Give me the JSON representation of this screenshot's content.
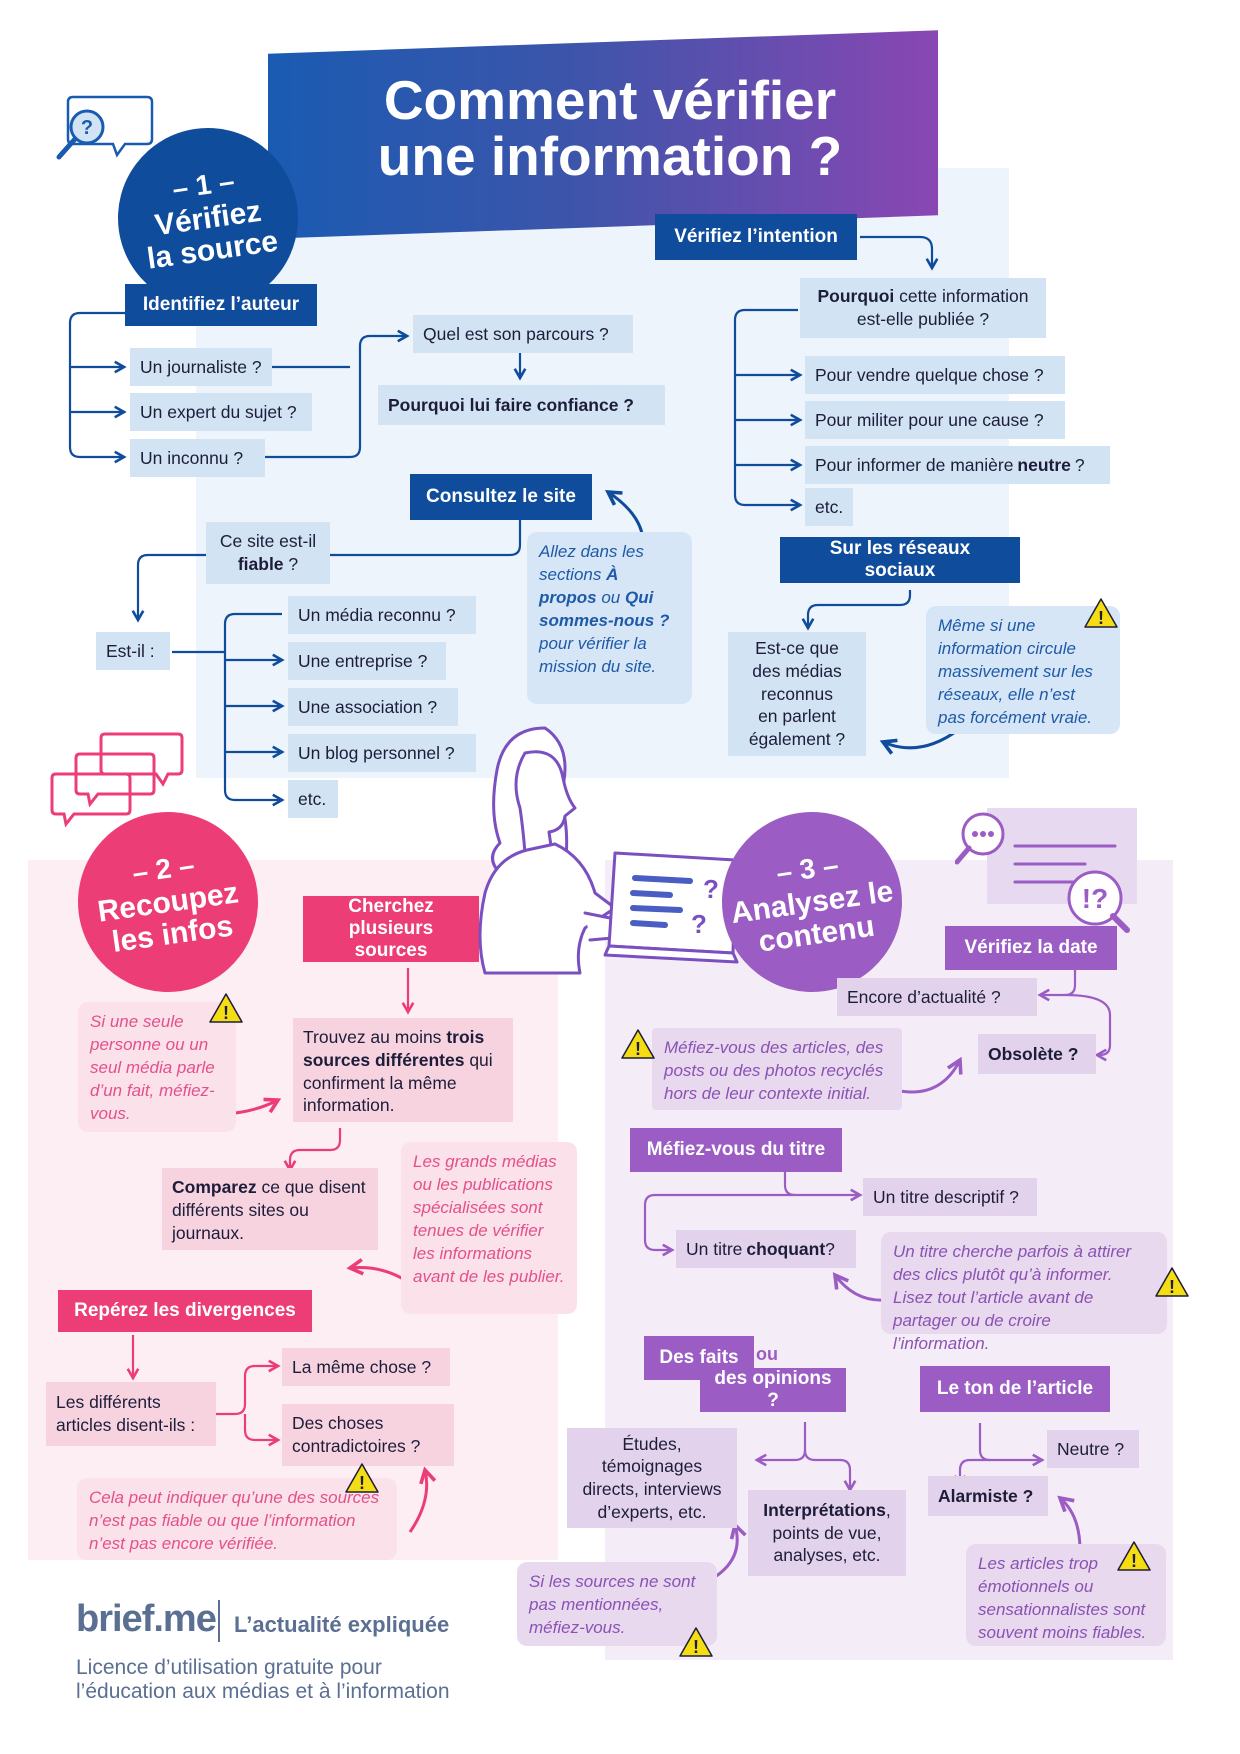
{
  "title": {
    "line1": "Comment vérifier",
    "line2": "une information ?"
  },
  "section1": {
    "num": "– 1 –",
    "line1": "Vérifiez",
    "line2": "la source",
    "identify_author": "Identifiez l’auteur",
    "author_options": [
      "Un journaliste ?",
      "Un expert du sujet ?",
      "Un inconnu ?"
    ],
    "parcours": "Quel est son parcours ?",
    "confiance": "Pourquoi lui faire confiance ?",
    "consult_site": "Consultez le site",
    "site_q1": "Ce site est-il",
    "site_q2": "fiable",
    "site_q3": " ?",
    "est_il": "Est-il :",
    "site_options": [
      "Un média reconnu ?",
      "Une entreprise ?",
      "Une association ?",
      "Un blog personnel ?",
      "etc."
    ],
    "note_propos": {
      "t1": "Allez dans les sections ",
      "b1": "À propos",
      "t2": " ou ",
      "b2": "Qui sommes-nous ?",
      "t3": " pour vérifier la mission du site."
    },
    "intention": "Vérifiez l’intention",
    "pourquoi_b": "Pourquoi",
    "pourquoi_t1": " cette information",
    "pourquoi_t2": "est-elle publiée ?",
    "intent_options": [
      "Pour vendre quelque chose ?",
      "Pour militer pour une cause ?"
    ],
    "informer_t": "Pour informer de manière ",
    "informer_b": "neutre",
    "informer_end": " ?",
    "intent_etc": "etc.",
    "reseaux": "Sur les réseaux sociaux",
    "medias_q": [
      "Est-ce que",
      "des médias",
      "reconnus",
      "en parlent",
      "également ?"
    ],
    "note_reseaux": "Même si une information circule massivement sur les réseaux, elle n’est pas forcément vraie."
  },
  "section2": {
    "num": "– 2 –",
    "line1": "Recoupez",
    "line2": "les infos",
    "cherchez": [
      "Cherchez",
      "plusieurs sources"
    ],
    "trouvez_t": "Trouvez au moins ",
    "trouvez_b": "trois sources différentes",
    "trouvez_t2": " qui confirment la même information.",
    "note_seule": "Si une seule personne ou un seul média parle d’un fait, méfiez-vous.",
    "comparez_b": "Comparez",
    "comparez_t": " ce que disent différents sites ou journaux.",
    "note_grands": "Les grands médias ou les publications spécialisées sont tenues de vérifier les informations avant de les publier.",
    "divergences": "Repérez les divergences",
    "articles": [
      "Les différents",
      "articles disent-ils :"
    ],
    "meme": "La même chose ?",
    "contradictoires": [
      "Des choses",
      "contradictoires ?"
    ],
    "note_fiable": "Cela peut indiquer qu’une des sources n’est pas fiable ou que l’information n’est pas encore vérifiée."
  },
  "section3": {
    "num": "– 3 –",
    "line1": "Analysez le",
    "line2": "contenu",
    "date": "Vérifiez la date",
    "actualite": "Encore d’actualité ?",
    "obsolete": "Obsolète ?",
    "note_recycles": "Méfiez-vous des articles, des posts ou des photos recyclés hors de leur contexte initial.",
    "titre": "Méfiez-vous du titre",
    "descriptif": "Un titre descriptif ?",
    "choquant_t": "Un titre ",
    "choquant_b": "choquant",
    "choquant_end": " ?",
    "note_titre": "Un titre cherche parfois à attirer des clics plutôt qu’à informer. Lisez tout l’article avant de partager ou de croire l’information.",
    "faits": "Des faits",
    "ou": "ou",
    "opinions": "des opinions ?",
    "etudes": [
      "Études,",
      "témoignages",
      "directs, interviews",
      "d’experts, etc."
    ],
    "interp_b": "Interprétations",
    "interp_t": [
      ",",
      "points de vue,",
      "analyses, etc."
    ],
    "note_sources": "Si les sources ne sont pas mentionnées, méfiez-vous.",
    "ton": "Le ton de l’article",
    "neutre": "Neutre ?",
    "alarmiste": "Alarmiste ?",
    "note_ton": "Les articles trop émotionnels ou sensationnalistes sont souvent moins fiables."
  },
  "footer": {
    "brand": "brief.me",
    "tagline": "L’actualité expliquée",
    "licence1": "Licence d’utilisation gratuite pour",
    "licence2": "l’éducation aux médias et à l’information"
  },
  "colors": {
    "blue": "#0f4c9c",
    "pink": "#ec3d76",
    "violet": "#9b5cc4",
    "warning": "#f5dd14"
  },
  "icons": [
    "search-bubble-icon",
    "chat-bubbles-icon",
    "search-lines-icon",
    "warning-icon",
    "laptop-person-illustration"
  ]
}
